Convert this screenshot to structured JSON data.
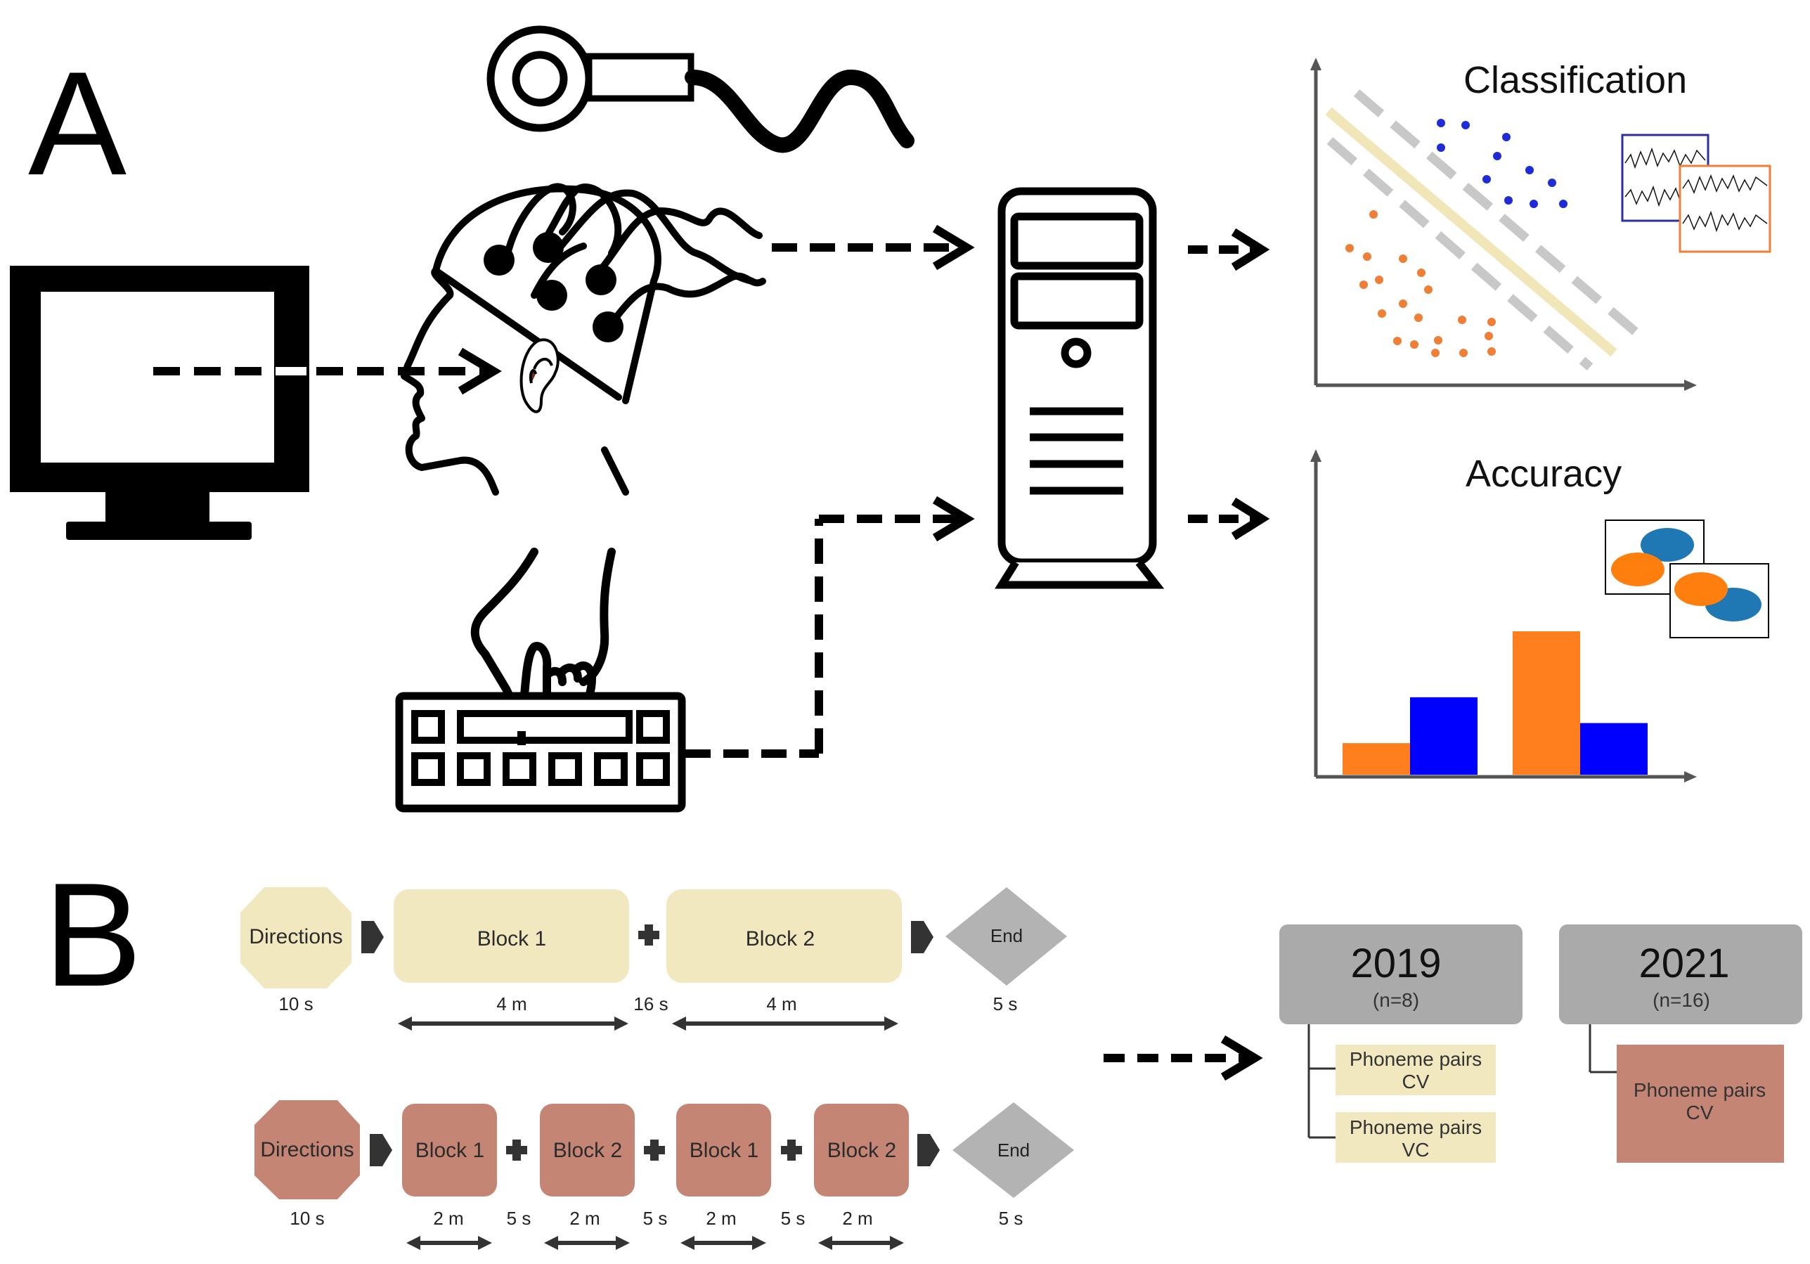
{
  "panels": {
    "a_label": "A",
    "b_label": "B"
  },
  "charts": {
    "classification_title": "Classification",
    "accuracy_title": "Accuracy"
  },
  "chart_data": {
    "type": "bar",
    "title": "Accuracy",
    "categories": [
      "",
      ""
    ],
    "series": [
      {
        "color": "#ff7f1e",
        "values": [
          0.22,
          1.0
        ]
      },
      {
        "color": "#0000ff",
        "values": [
          0.54,
          0.36
        ]
      }
    ],
    "ylim": [
      0,
      1.1
    ],
    "axis_tick_labels": false
  },
  "protocol_2019": {
    "directions": "Directions",
    "directions_dur": "10 s",
    "block1": "Block 1",
    "block1_dur": "4 m",
    "rest_dur": "16 s",
    "block2": "Block 2",
    "block2_dur": "4 m",
    "end": "End",
    "end_dur": "5 s",
    "fill": "#f2e8bf"
  },
  "protocol_2021": {
    "directions": "Directions",
    "directions_dur": "10 s",
    "blocks": [
      {
        "label": "Block 1",
        "dur": "2 m"
      },
      {
        "label": "Block 2",
        "dur": "2 m"
      },
      {
        "label": "Block 1",
        "dur": "2 m"
      },
      {
        "label": "Block 2",
        "dur": "2 m"
      }
    ],
    "rests": [
      "5 s",
      "5 s",
      "5 s"
    ],
    "end": "End",
    "end_dur": "5 s",
    "fill": "#c58575"
  },
  "studies": [
    {
      "year": "2019",
      "n": "(n=8)",
      "conditions": [
        {
          "line1": "Phoneme pairs",
          "line2": "CV"
        },
        {
          "line1": "Phoneme pairs",
          "line2": "VC"
        }
      ]
    },
    {
      "year": "2021",
      "n": "(n=16)",
      "conditions": [
        {
          "line1": "Phoneme pairs",
          "line2": "CV"
        }
      ]
    }
  ],
  "colors": {
    "orange": "#ff7f1e",
    "blue": "#0000ff",
    "tan": "#f2e8bf",
    "rose": "#c58575",
    "gray_box": "#aaaaaa",
    "end_gray": "#b3b3b3"
  }
}
